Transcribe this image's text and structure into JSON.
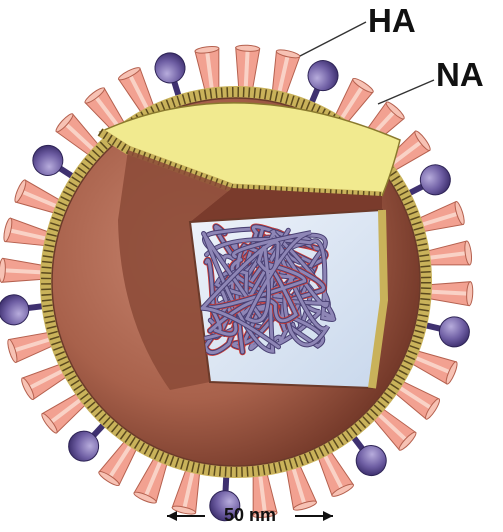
{
  "labels": {
    "ha": "HA",
    "na": "NA"
  },
  "scale_bar": {
    "text": "50 nm"
  },
  "colors": {
    "background": "#ffffff",
    "envelope_outer": "#b0705a",
    "envelope_dark": "#7a3b2c",
    "membrane_band": "#c9b25a",
    "cap_yellow": "#f1ea8f",
    "spike_pink": "#f2a191",
    "spike_light": "#f9d2c6",
    "na_purple": "#6b5a9c",
    "na_purple_light": "#9d90c8",
    "core_blue": "#d9e4f2",
    "rnp_purple": "#8e86b6",
    "rnp_red": "#d63a30"
  }
}
